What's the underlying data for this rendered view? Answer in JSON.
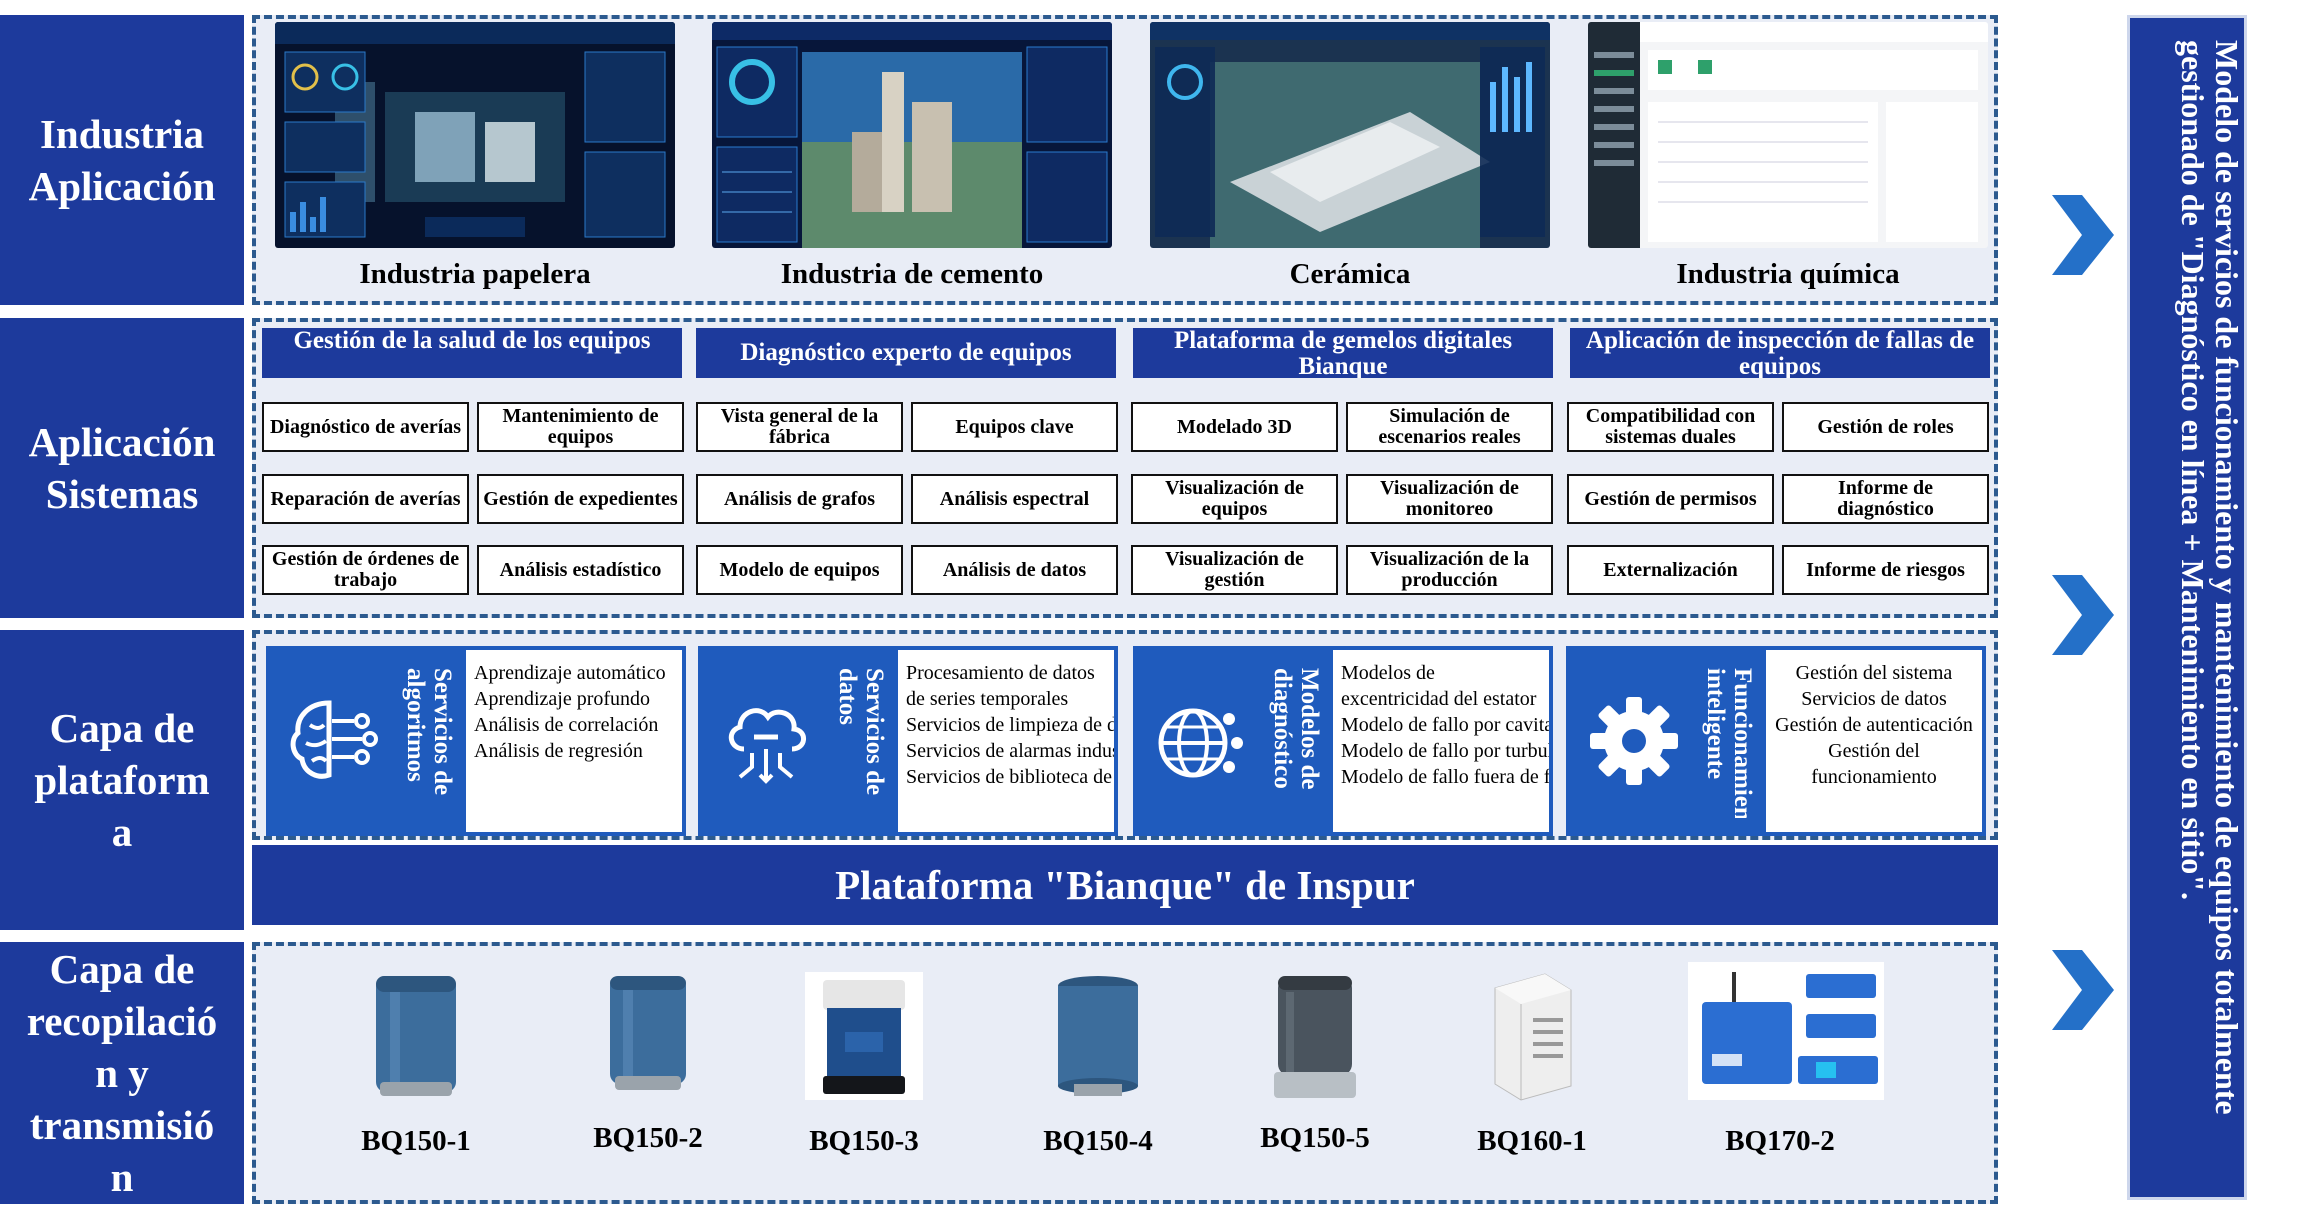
{
  "layers": {
    "industry": "Industria Aplicación",
    "system": "Aplicación Sistemas",
    "platform": "Capa de plataform a",
    "collection": "Capa de recopilació n y transmisió n"
  },
  "industries": [
    "Industria papelera",
    "Industria de cemento",
    "Cerámica",
    "Industria química"
  ],
  "apps": [
    {
      "title": "Gestión de la salud de los equipos",
      "items": [
        "Diagnóstico de averías",
        "Mantenimiento de equipos",
        "Reparación de averías",
        "Gestión de expedientes",
        "Gestión de órdenes de trabajo",
        "Análisis estadístico"
      ]
    },
    {
      "title": "Diagnóstico experto de equipos",
      "items": [
        "Vista general de la fábrica",
        "Equipos clave",
        "Análisis de grafos",
        "Análisis espectral",
        "Modelo de equipos",
        "Análisis de datos"
      ]
    },
    {
      "title": "Plataforma de gemelos digitales Bianque",
      "items": [
        "Modelado 3D",
        "Simulación de escenarios reales",
        "Visualización de equipos",
        "Visualización de monitoreo",
        "Visualización de gestión",
        "Visualización de la producción"
      ]
    },
    {
      "title": "Aplicación de inspección de fallas de equipos",
      "items": [
        "Compatibilidad con sistemas duales",
        "Gestión de roles",
        "Gestión de permisos",
        "Informe de diagnóstico",
        "Externalización",
        "Informe de riesgos"
      ]
    }
  ],
  "services": [
    {
      "title": "Servicios de algoritmos",
      "icon": "brain-circuit-icon",
      "items": [
        "Aprendizaje automático",
        "Aprendizaje profundo",
        "Análisis de correlación",
        "Análisis de regresión"
      ]
    },
    {
      "title": "Servicios de datos",
      "icon": "cloud-data-icon",
      "items": [
        "Procesamiento de datos de series temporales",
        "Servicios de limpieza de datos",
        "Servicios de alarmas industriales",
        "Servicios de biblioteca de expertos"
      ]
    },
    {
      "title": "Modelos de diagnóstico",
      "icon": "globe-network-icon",
      "items": [
        "Modelos de excentricidad del estator",
        "Modelo de fallo por cavitación",
        "Modelo de fallo por turbulencia",
        "Modelo de fallo fuera de fase"
      ]
    },
    {
      "title": "Funcionamiento inteligente",
      "icon": "gear-icon",
      "items": [
        "Gestión del sistema",
        "Servicios de datos",
        "Gestión de autenticación",
        "Gestión del funcionamiento"
      ]
    }
  ],
  "platform_bar": "Plataforma \"Bianque\" de Inspur",
  "devices": [
    "BQ150-1",
    "BQ150-2",
    "BQ150-3",
    "BQ150-4",
    "BQ150-5",
    "BQ160-1",
    "BQ170-2"
  ],
  "side_text": "Modelo de servicios de funcionamiento y mantenimiento de equipos totalmente gestionado de \"Diagnóstico en línea + Mantenimiento en sitio\"."
}
